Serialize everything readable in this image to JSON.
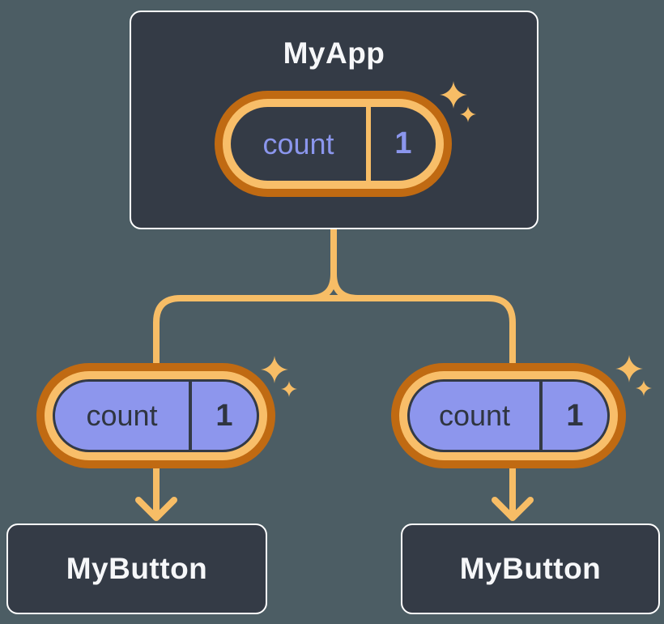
{
  "diagram": {
    "root": {
      "title": "MyApp",
      "state": {
        "name": "count",
        "value": "1"
      }
    },
    "children": [
      {
        "title": "MyButton",
        "prop": {
          "name": "count",
          "value": "1"
        }
      },
      {
        "title": "MyButton",
        "prop": {
          "name": "count",
          "value": "1"
        }
      }
    ]
  },
  "colors": {
    "background": "#4C5D64",
    "card_fill": "#343B46",
    "card_border": "#FFFFFF",
    "title_text": "#F6F7F9",
    "connector_orange": "#F7BD66",
    "pill_ring_dark_orange": "#C06A12",
    "pill_ring_light_orange": "#F8BE69",
    "pill_purple_fill": "#8D96ED",
    "pill_purple_text": "#8B96ED",
    "pill_dark_text": "#2F3540"
  }
}
